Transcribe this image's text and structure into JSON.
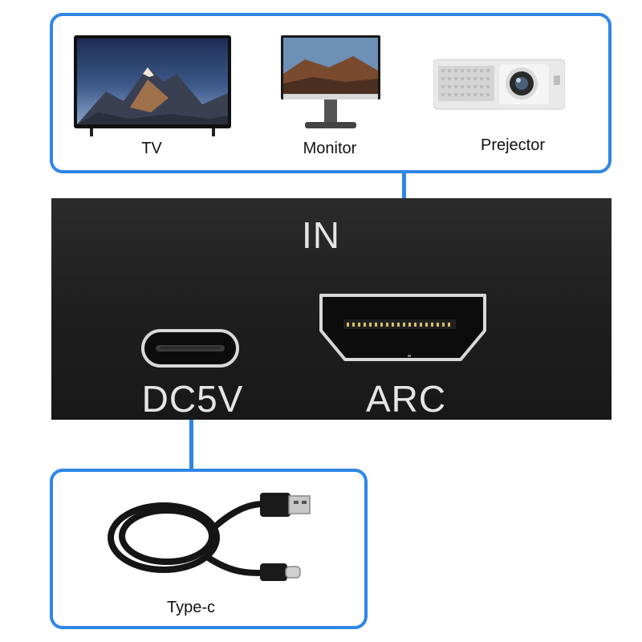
{
  "devices": [
    {
      "label": "TV",
      "icon": "tv-icon"
    },
    {
      "label": "Monitor",
      "icon": "monitor-icon"
    },
    {
      "label": "Prejector",
      "icon": "projector-icon"
    }
  ],
  "panel": {
    "title": "IN",
    "ports": [
      {
        "label": "DC5V",
        "icon": "usb-c-port-icon"
      },
      {
        "label": "ARC",
        "icon": "hdmi-port-icon"
      }
    ]
  },
  "cable": {
    "label": "Type-c",
    "icon": "usb-cable-icon"
  },
  "colors": {
    "accent": "#2f86e6",
    "panel": "#222222"
  }
}
